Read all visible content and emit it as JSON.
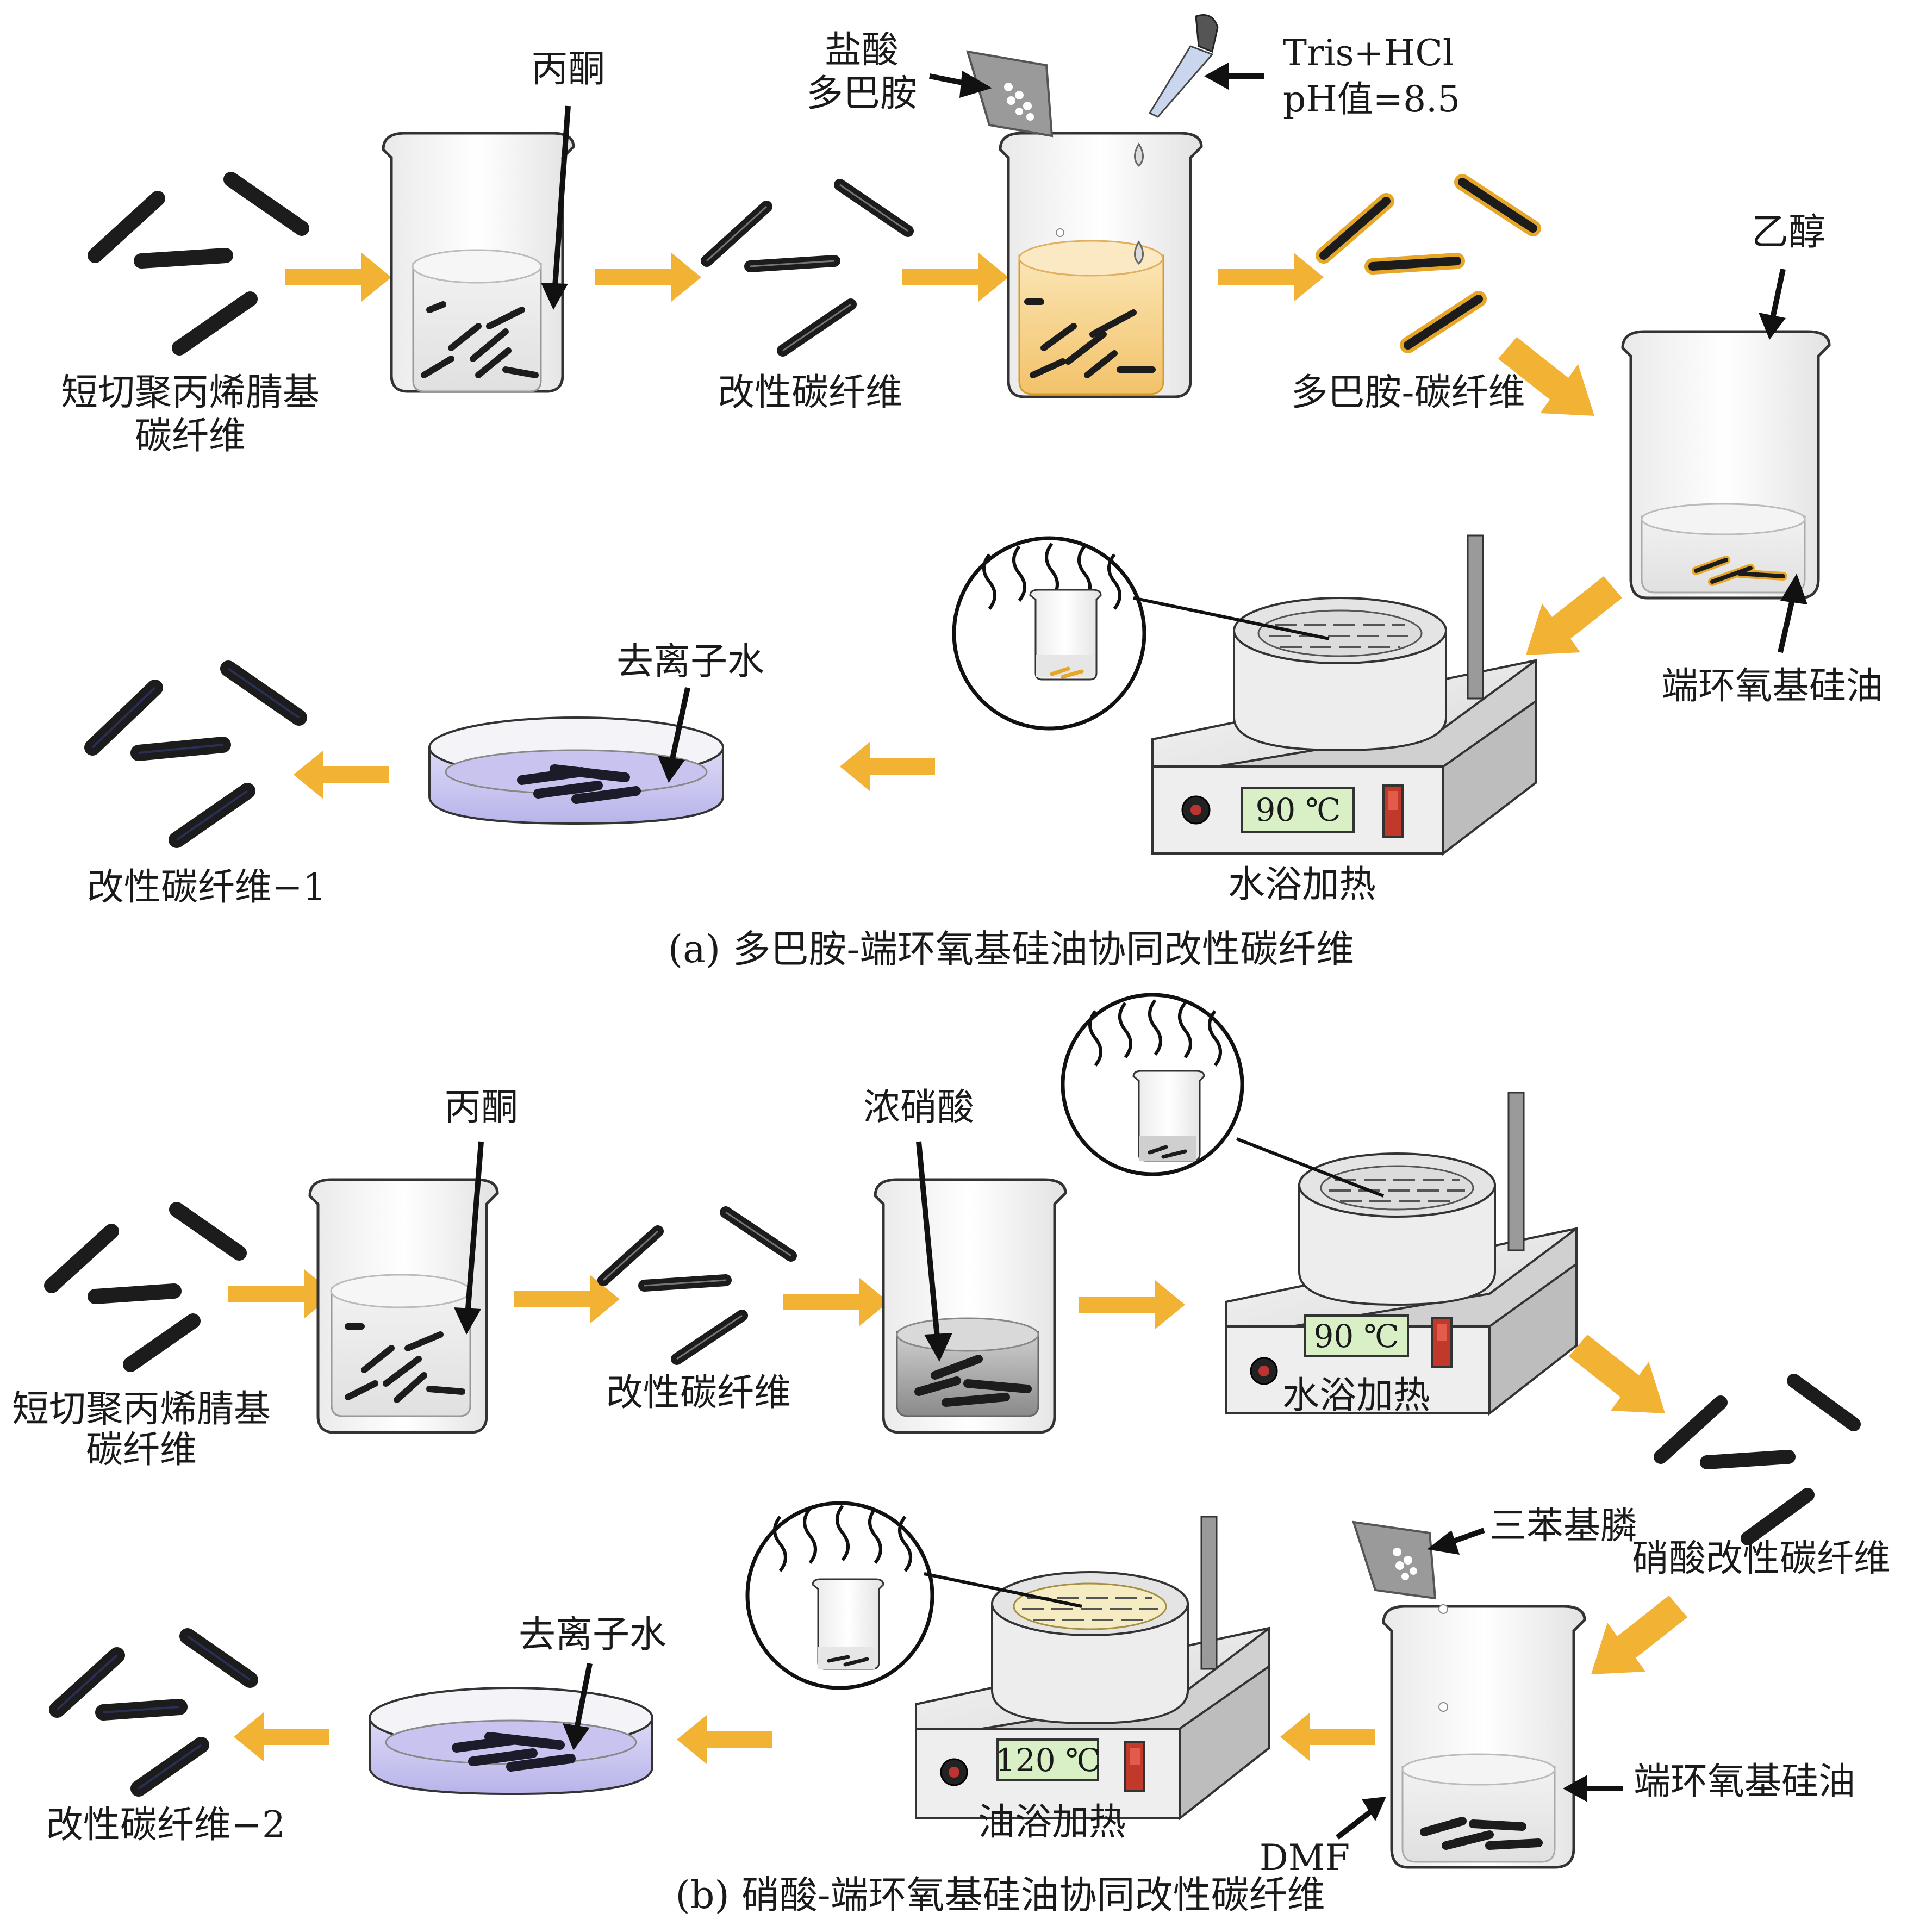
{
  "panel_a": {
    "caption": "(a) 多巴胺-端环氧基硅油协同改性碳纤维",
    "labels": {
      "raw_fiber_line1": "短切聚丙烯腈基",
      "raw_fiber_line2": "碳纤维",
      "acetone": "丙酮",
      "modified_fiber": "改性碳纤维",
      "hcl_line1": "盐酸",
      "hcl_line2": "多巴胺",
      "tris_line1": "Tris+HCl",
      "tris_line2": "pH值=8.5",
      "dopamine_fiber": "多巴胺-碳纤维",
      "ethanol": "乙醇",
      "epoxy_silicone": "端环氧基硅油",
      "water_bath": "水浴加热",
      "temp": "90 ℃",
      "deionized_water": "去离子水",
      "result": "改性碳纤维−1"
    }
  },
  "panel_b": {
    "caption": "(b) 硝酸-端环氧基硅油协同改性碳纤维",
    "labels": {
      "acetone": "丙酮",
      "raw_fiber_line1": "短切聚丙烯腈基",
      "raw_fiber_line2": "碳纤维",
      "modified_fiber": "改性碳纤维",
      "nitric_acid": "浓硝酸",
      "water_bath": "水浴加热",
      "temp_water": "90 ℃",
      "nitric_fiber": "硝酸改性碳纤维",
      "triphenylphosphine": "三苯基膦",
      "epoxy_silicone": "端环氧基硅油",
      "dmf": "DMF",
      "oil_bath": "油浴加热",
      "temp_oil": "120 ℃",
      "deionized_water": "去离子水",
      "result": "改性碳纤维−2"
    }
  },
  "colors": {
    "arrow": "#f2b233",
    "fiber": "#1c1c1c",
    "dopamine_coat": "#e6a627",
    "beaker_fill_dopamine": "#f6d79a",
    "petri_water": "#c9c7f0",
    "oil": "#f5ecc4"
  }
}
